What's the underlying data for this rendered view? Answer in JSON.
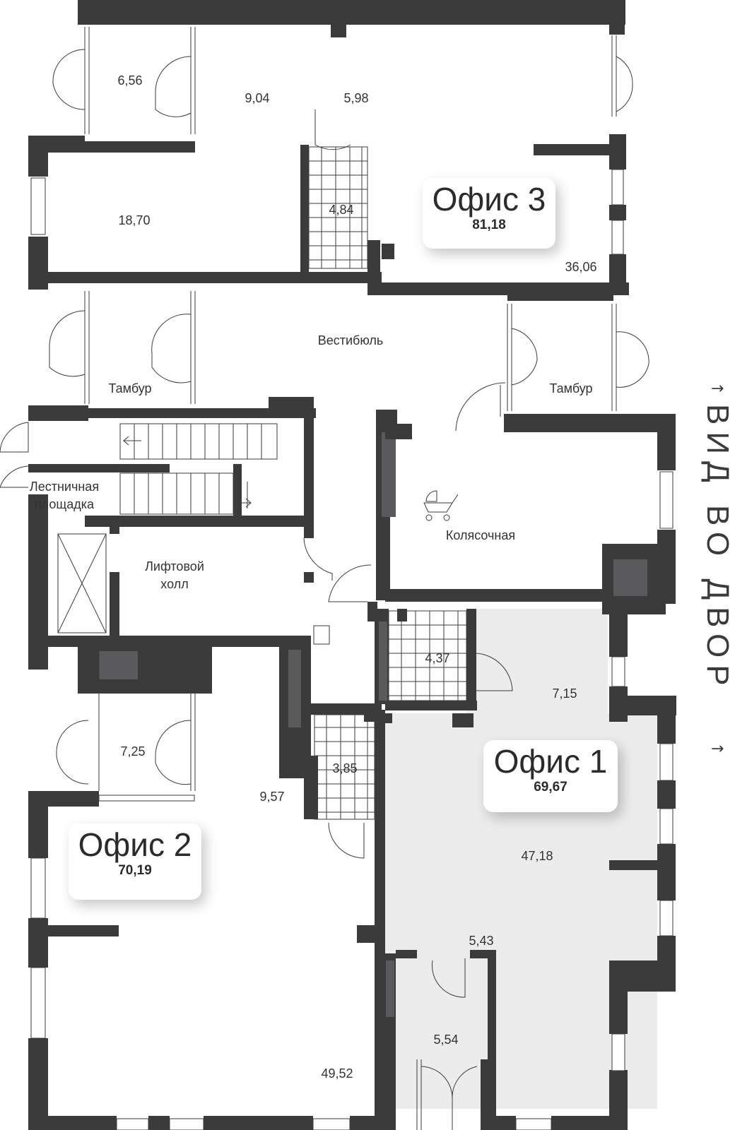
{
  "rooms": {
    "r_6_56": "6,56",
    "r_9_04": "9,04",
    "r_5_98": "5,98",
    "r_18_70": "18,70",
    "r_4_84": "4,84",
    "r_36_06": "36,06",
    "vestibule": "Вестибюль",
    "tambour_left": "Тамбур",
    "tambour_right": "Тамбур",
    "stair_line1": "Лестничная",
    "stair_line2": "площадка",
    "stroller": "Колясочная",
    "lift_line1": "Лифтовой",
    "lift_line2": "холл",
    "r_4_37": "4,37",
    "r_7_15": "7,15",
    "r_7_25": "7,25",
    "r_3_85": "3,85",
    "r_9_57": "9,57",
    "r_47_18": "47,18",
    "r_5_43": "5,43",
    "r_5_54": "5,54",
    "r_49_52": "49,52"
  },
  "offices": [
    {
      "title": "Офис 3",
      "area": "81,18"
    },
    {
      "title": "Офис 1",
      "area": "69,67"
    },
    {
      "title": "Офис 2",
      "area": "70,19"
    }
  ],
  "view": {
    "label": "ВИД ВО ДВОР",
    "arrow": "→"
  },
  "colors": {
    "wall": "#3b3b3c",
    "office1_fill": "#ececec",
    "background": "#ffffff"
  }
}
